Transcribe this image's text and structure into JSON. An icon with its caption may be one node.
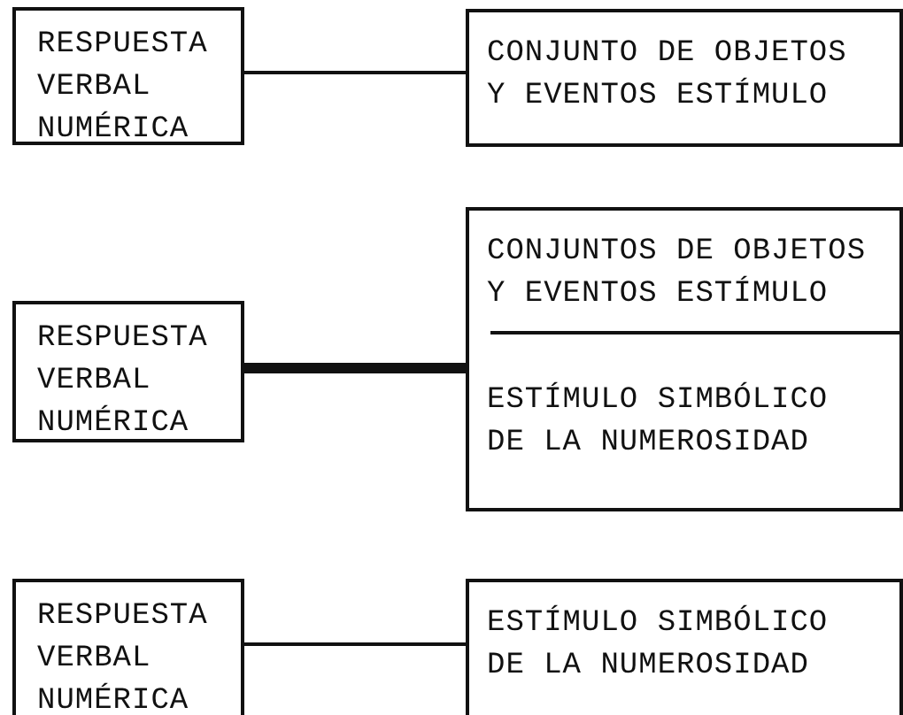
{
  "diagram": {
    "nodes": [
      {
        "text": [
          "RESPUESTA VERBAL NUMÉRICA"
        ]
      },
      {
        "text": [
          "CONJUNTO DE OBJETOS Y EVENTOS ESTÍMULO"
        ]
      },
      {
        "text": [
          "RESPUESTA VERBAL NUMÉRICA"
        ]
      },
      {
        "text": [
          "CONJUNTOS DE OBJETOS Y EVENTOS ESTÍMULO",
          "ESTÍMULO SIMBÓLICO DE LA NUMEROSIDAD"
        ]
      },
      {
        "text": [
          "RESPUESTA VERBAL NUMÉRICA"
        ]
      },
      {
        "text": [
          "ESTÍMULO SIMBÓLICO DE LA NUMEROSIDAD"
        ]
      }
    ],
    "edges": [
      {
        "from": 0,
        "to": 1,
        "arrow": "none"
      },
      {
        "from": 2,
        "to": 3,
        "arrow": "none",
        "style": "thick"
      },
      {
        "from": 4,
        "to": 5,
        "arrow": "none"
      }
    ]
  }
}
